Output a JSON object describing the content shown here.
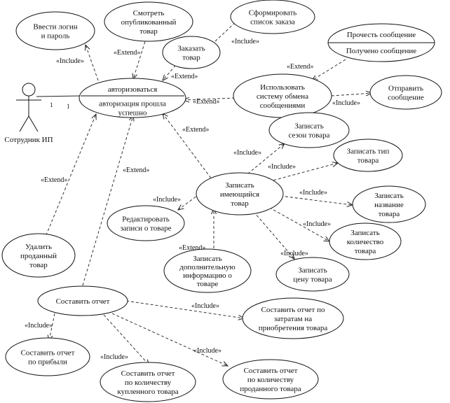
{
  "actor": {
    "name": "Сотрудник ИП",
    "mult_left": "1",
    "mult_right": "1"
  },
  "labels": {
    "include": "«Include»",
    "extend": "«Extend»"
  },
  "usecases": {
    "enter_login": [
      "Ввести логин",
      "и пароль"
    ],
    "view_product": [
      "Смотреть",
      "опубликованный",
      "товар"
    ],
    "form_list": [
      "Сформировать",
      "список заказа"
    ],
    "order": [
      "Заказать",
      "товар"
    ],
    "auth": {
      "top": "авторизоваться",
      "bottom": [
        "авторизация прошла",
        "успешно"
      ]
    },
    "messaging": [
      "Использовать",
      "систему обмена",
      "сообщениями"
    ],
    "read_msg": {
      "top": "Прочесть сообщение",
      "bottom": "Получено сообщение"
    },
    "send_msg": [
      "Отправить",
      "сообщение"
    ],
    "season": [
      "Записать",
      "сезон товара"
    ],
    "record_type": [
      "Записать тип",
      "товара"
    ],
    "record_product": [
      "Записать",
      "имеющийся",
      "товар"
    ],
    "record_name": [
      "Записать",
      "название",
      "товара"
    ],
    "edit": [
      "Редактировать",
      "записи о товаре"
    ],
    "record_qty": [
      "Записать",
      "количество",
      "товара"
    ],
    "record_extra": [
      "Записать",
      "дополнительную",
      "информацию о",
      "товаре"
    ],
    "record_price": [
      "Записать",
      "цену товара"
    ],
    "delete_sold": [
      "Удалить",
      "проданный",
      "товар"
    ],
    "report": [
      "Составить отчет"
    ],
    "report_costs": [
      "Составить отчет по",
      "затратам на",
      "приобретения товара"
    ],
    "report_profit": [
      "Составить отчет",
      "по прибыли"
    ],
    "report_bought": [
      "Составить отчет",
      "по количеству",
      "купленного товара"
    ],
    "report_sold": [
      "Составить отчет",
      "по количеству",
      "проданного товара"
    ]
  }
}
